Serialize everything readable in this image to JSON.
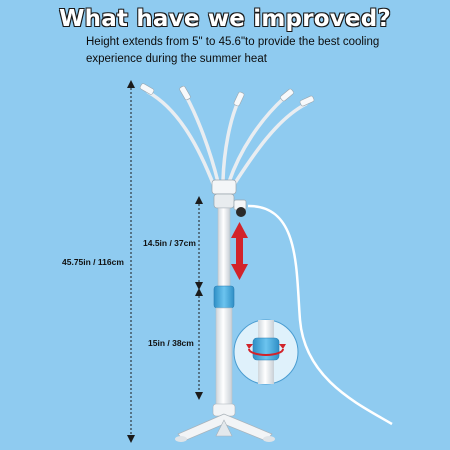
{
  "headline": "What have we improved?",
  "description": {
    "line1": "Height extends from 5\" to 45.6\"to provide the best cooling",
    "line2": "experience during the summer heat"
  },
  "measurements": {
    "total_height": "45.75in / 116cm",
    "upper_section": "14.5in / 37cm",
    "lower_section": "15in / 38cm"
  },
  "colors": {
    "background": "#8fcbf0",
    "accent_blue": "#3aa3d8",
    "arrow_red": "#d2232a",
    "stand_white": "#f4f6f8"
  },
  "icons": [
    "telescopic-stand-illustration",
    "adjust-arrow-icon",
    "rotate-collar-detail-icon"
  ]
}
